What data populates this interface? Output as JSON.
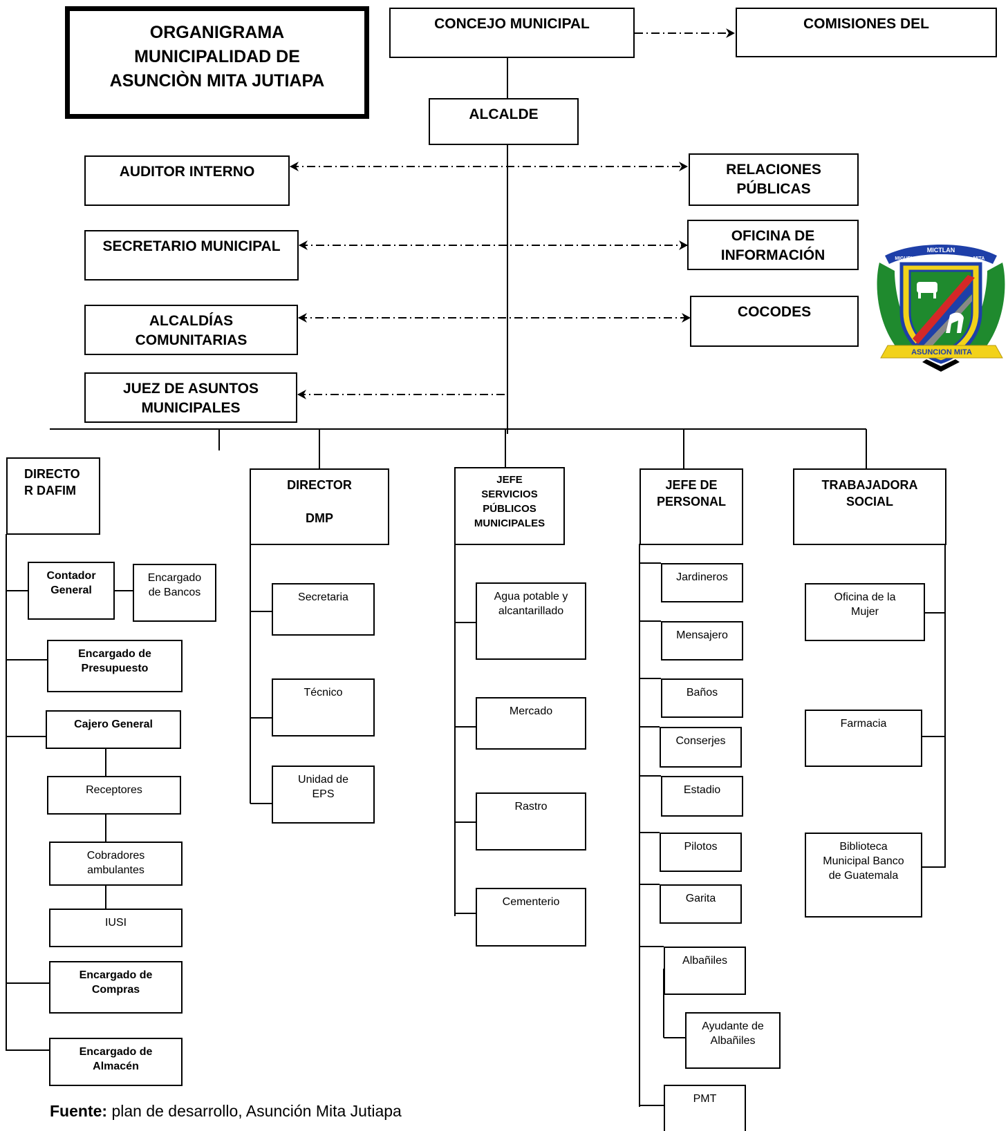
{
  "title": "ORGANIGRAMA\nMUNICIPALIDAD DE\nASUNCIÒN MITA JUTIAPA",
  "top_nodes": {
    "concejo": "CONCEJO MUNICIPAL",
    "comisiones": "COMISIONES DEL",
    "alcalde": "ALCALDE",
    "auditor": "AUDITOR INTERNO",
    "relaciones": "RELACIONES\nPÚBLICAS",
    "secretario": "SECRETARIO MUNICIPAL",
    "oficina_info": "OFICINA DE\nINFORMACIÓN",
    "alcaldias": "ALCALDÍAS\nCOMUNITARIAS",
    "cocodes": "COCODES",
    "juez": "JUEZ DE ASUNTOS\nMUNICIPALES"
  },
  "departments": {
    "dafim": {
      "head": "DIRECTO\nR DAFIM",
      "contador": "Contador\nGeneral",
      "bancos": "Encargado\nde Bancos",
      "presupuesto": "Encargado de\nPresupuesto",
      "cajero": "Cajero General",
      "receptores": "Receptores",
      "cobradores": "Cobradores\nambulantes",
      "iusi": "IUSI",
      "compras": "Encargado de\nCompras",
      "almacen": "Encargado de\nAlmacén"
    },
    "dmp": {
      "head": "DIRECTOR\n\nDMP",
      "items": [
        "Secretaria",
        "Técnico",
        "Unidad de\nEPS"
      ]
    },
    "servicios": {
      "head": "JEFE\nSERVICIOS\nPÚBLICOS\nMUNICIPALES",
      "items": [
        "Agua potable y\nalcantarillado",
        "Mercado",
        "Rastro",
        "Cementerio"
      ]
    },
    "personal": {
      "head": "JEFE DE\nPERSONAL",
      "items": [
        "Jardineros",
        "Mensajero",
        "Baños",
        "Conserjes",
        "Estadio",
        "Pilotos",
        "Garita",
        "Albañiles",
        "Ayudante de\nAlbañiles",
        "PMT"
      ]
    },
    "social": {
      "head": "TRABAJADORA\nSOCIAL",
      "items": [
        "Oficina de la\nMujer",
        "Farmacia",
        "Biblioteca\nMunicipal  Banco\nde Guatemala"
      ]
    }
  },
  "logo": {
    "icon": "municipal-coat-of-arms",
    "ribbon_top": "MICTLAN",
    "ribbon_left": "MIGUEL",
    "ribbon_right": "MITA",
    "banner": "ASUNCION MITA",
    "colors": {
      "green": "#1f8a2e",
      "blue": "#1e3fa8",
      "red": "#d42828",
      "yellow": "#f2d21a"
    }
  },
  "source": {
    "label": "Fuente:",
    "text": " plan de desarrollo, Asunción Mita Jutiapa"
  }
}
